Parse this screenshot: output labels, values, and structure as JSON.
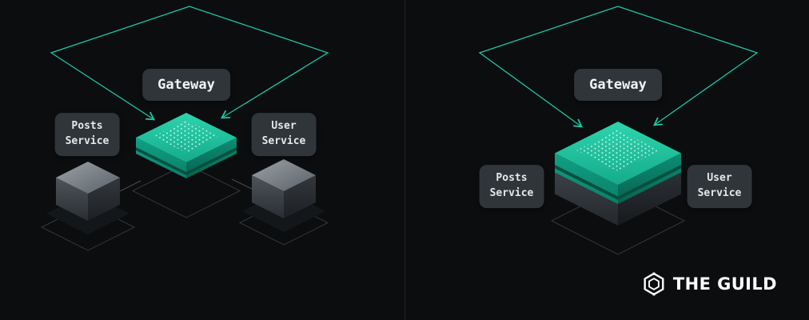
{
  "canvas": {
    "background": "#0b0d0f",
    "divider_color": "#24282b"
  },
  "colors": {
    "accent": "#1cc6a4",
    "label_background": "#30353a",
    "label_text": "#e6e9ea",
    "outline_gray": "#34383c",
    "teal_top": "#1fc7a3",
    "logo_color": "#ffffff"
  },
  "left_diagram": {
    "gateway": {
      "label": "Gateway"
    },
    "posts_service": {
      "label": "Posts\nService"
    },
    "user_service": {
      "label": "User\nService"
    }
  },
  "right_diagram": {
    "gateway": {
      "label": "Gateway"
    },
    "posts_service": {
      "label": "Posts\nService"
    },
    "user_service": {
      "label": "User\nService"
    }
  },
  "branding": {
    "logo_text": "THE GUILD",
    "logo_icon": "guild-hexagon-icon"
  }
}
